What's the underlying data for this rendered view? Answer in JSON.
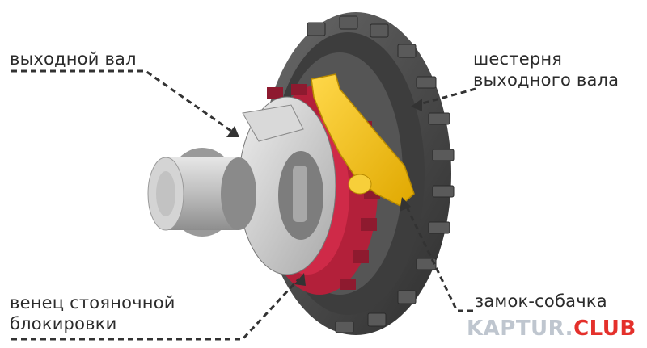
{
  "labels": {
    "output_shaft": "выходной вал",
    "output_gear_line1": "шестерня",
    "output_gear_line2": "выходного вала",
    "parking_ring_line1": "венец стояночной",
    "parking_ring_line2": "блокировки",
    "pawl": "замок-собачка"
  },
  "watermark": {
    "part1": "KAPTUR.",
    "part2": "CLUB"
  },
  "colors": {
    "gear_dark": "#4a4a4a",
    "parking_ring": "#b3203a",
    "pawl": "#f2c12e",
    "shaft": "#c9c9c9",
    "leader": "#333333",
    "watermark_gray": "#bfc6cf",
    "watermark_red": "#e4302b"
  }
}
